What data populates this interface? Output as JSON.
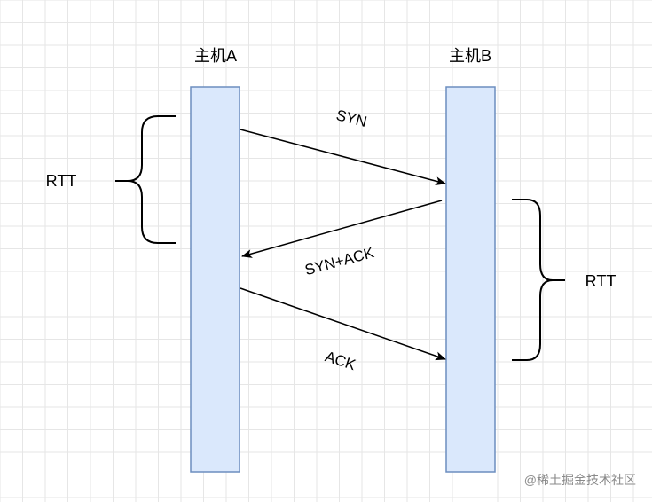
{
  "hosts": {
    "a": {
      "label": "主机A"
    },
    "b": {
      "label": "主机B"
    }
  },
  "messages": {
    "syn": {
      "label": "SYN"
    },
    "syn_ack": {
      "label": "SYN+ACK"
    },
    "ack": {
      "label": "ACK"
    }
  },
  "rtt": {
    "left": {
      "label": "RTT"
    },
    "right": {
      "label": "RTT"
    }
  },
  "watermark": {
    "text": "@稀土掘金技术社区"
  },
  "colors": {
    "grid_line": "#e6e6e6",
    "host_fill": "#dae8fc",
    "host_stroke": "#6c8ebf",
    "arrow": "#000000",
    "watermark_text": "#8a8a8a"
  }
}
